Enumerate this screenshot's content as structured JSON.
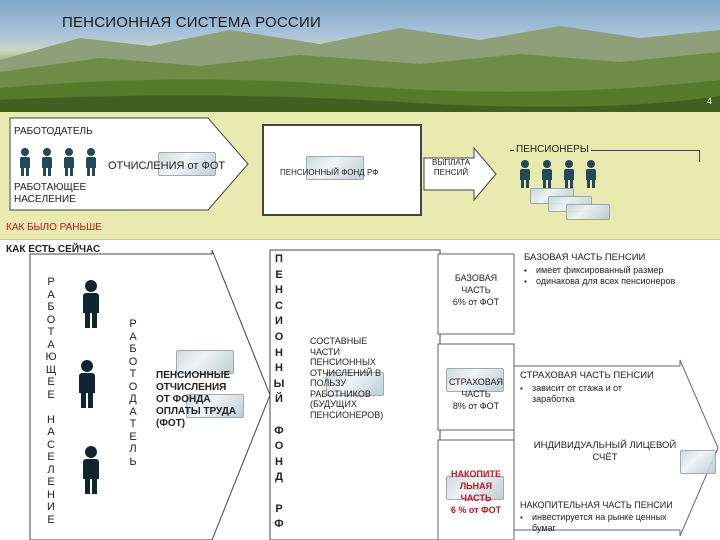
{
  "header": {
    "title": "ПЕНСИОННАЯ СИСТЕМА РОССИИ",
    "page_number": "4"
  },
  "old_scheme": {
    "employer": "РАБОТОДАТЕЛЬ",
    "pensioners": "ПЕНСИОНЕРЫ",
    "contributions": "ОТЧИСЛЕНИЯ от ФОТ",
    "working_population": "РАБОТАЮЩЕЕ НАСЕЛЕНИЕ",
    "pension_fund": "ПЕНСИОННЫЙ ФОНД РФ",
    "payment": "ВЫПЛАТА ПЕНСИЙ",
    "caption": "КАК БЫЛО РАНЬШЕ"
  },
  "new_scheme": {
    "caption": "КАК ЕСТЬ СЕЙЧАС",
    "working_population_vertical": [
      "Р",
      "А",
      "Б",
      "О",
      "Т",
      "А",
      "Ю",
      "Щ",
      "Е",
      "Е",
      "",
      "Н",
      "А",
      "С",
      "Е",
      "Л",
      "Е",
      "Н",
      "И",
      "Е"
    ],
    "employers_vertical": [
      "Р",
      "А",
      "Б",
      "О",
      "Т",
      "О",
      "Д",
      "А",
      "Т",
      "Е",
      "Л",
      "Ь"
    ],
    "contributions": "ПЕНСИОННЫЕ ОТЧИСЛЕНИЯ ОТ ФОНДА ОПЛАТЫ ТРУДА (ФОТ)",
    "fund_vertical": [
      "П",
      "Е",
      "Н",
      "С",
      "И",
      "О",
      "Н",
      "Н",
      "Ы",
      "Й",
      "",
      "Ф",
      "О",
      "Н",
      "Д",
      "",
      "Р",
      "Ф"
    ],
    "components_text": "СОСТАВНЫЕ ЧАСТИ ПЕНСИОННЫХ ОТЧИСЛЕНИЙ В ПОЛЬЗУ РАБОТНИКОВ (БУДУЩИХ ПЕНСИОНЕРОВ)",
    "base_part": {
      "line1": "БАЗОВАЯ",
      "line2": "ЧАСТЬ",
      "line3": "6% от ФОТ"
    },
    "insurance_part": {
      "line1": "СТРАХОВАЯ",
      "line2": "ЧАСТЬ",
      "line3": "8% от ФОТ"
    },
    "funded_part": {
      "line1": "НАКОПИТЕ",
      "line2": "ЛЬНАЯ",
      "line3": "ЧАСТЬ",
      "line4": "6 % от ФОТ"
    },
    "base_pension": {
      "title": "БАЗОВАЯ ЧАСТЬ ПЕНСИИ",
      "bullets": [
        "имеет фиксированный размер",
        "одинакова для всех пенсионеров"
      ]
    },
    "insurance_pension": {
      "title": "СТРАХОВАЯ ЧАСТЬ ПЕНСИИ",
      "bullets": [
        "зависит от стажа и от заработка"
      ]
    },
    "individual_account": "ИНДИВИДУАЛЬНЫЙ ЛИЦЕВОЙ СЧЁТ",
    "funded_pension": {
      "title": "НАКОПИТЕЛЬНАЯ ЧАСТЬ ПЕНСИИ",
      "bullets": [
        "инвестируется на рынке ценных бумаг"
      ]
    }
  },
  "colors": {
    "red": "#c0141c",
    "panel": "#e9eab0",
    "person": "#23485a"
  }
}
